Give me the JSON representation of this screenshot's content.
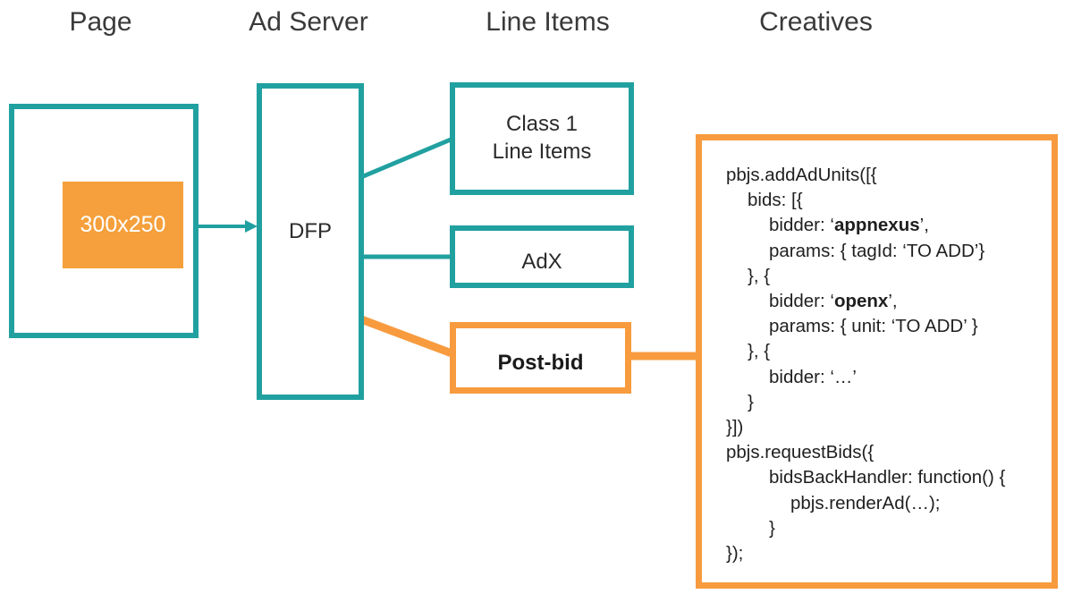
{
  "diagram": {
    "title": "Prebid post-bid ad serving flow",
    "colors": {
      "teal": "#21A0A0",
      "orange_border": "#F79B3E",
      "orange_fill": "#F5A03C",
      "text": "#2b2b2b",
      "background": "#ffffff"
    },
    "headers": [
      {
        "label": "Page"
      },
      {
        "label": "Ad Server"
      },
      {
        "label": "Line Items"
      },
      {
        "label": "Creatives"
      }
    ],
    "nodes": {
      "page_box": {
        "label": ""
      },
      "ad_slot": {
        "label": "300x250"
      },
      "dfp": {
        "label": "DFP"
      },
      "class1": {
        "label_line1": "Class 1",
        "label_line2": "Line Items"
      },
      "adx": {
        "label": "AdX"
      },
      "postbid": {
        "label": "Post-bid"
      }
    },
    "code": {
      "lines": [
        {
          "indent": 0,
          "segments": [
            {
              "text": "pbjs.addAdUnits([{",
              "bold": false
            }
          ]
        },
        {
          "indent": 1,
          "segments": [
            {
              "text": "bids: [{",
              "bold": false
            }
          ]
        },
        {
          "indent": 2,
          "segments": [
            {
              "text": "bidder: ‘",
              "bold": false
            },
            {
              "text": "appnexus",
              "bold": true
            },
            {
              "text": "’,",
              "bold": false
            }
          ]
        },
        {
          "indent": 2,
          "segments": [
            {
              "text": "params: { tagId: ‘TO ADD’}",
              "bold": false
            }
          ]
        },
        {
          "indent": 1,
          "segments": [
            {
              "text": "}, {",
              "bold": false
            }
          ]
        },
        {
          "indent": 2,
          "segments": [
            {
              "text": "bidder: ‘",
              "bold": false
            },
            {
              "text": "openx",
              "bold": true
            },
            {
              "text": "’,",
              "bold": false
            }
          ]
        },
        {
          "indent": 2,
          "segments": [
            {
              "text": "params: { unit: ‘TO ADD’ }",
              "bold": false
            }
          ]
        },
        {
          "indent": 1,
          "segments": [
            {
              "text": "}, {",
              "bold": false
            }
          ]
        },
        {
          "indent": 2,
          "segments": [
            {
              "text": "bidder: ‘…’",
              "bold": false
            }
          ]
        },
        {
          "indent": 1,
          "segments": [
            {
              "text": "}",
              "bold": false
            }
          ]
        },
        {
          "indent": 0,
          "segments": [
            {
              "text": "}])",
              "bold": false
            }
          ]
        },
        {
          "indent": 0,
          "segments": [
            {
              "text": "pbjs.requestBids({",
              "bold": false
            }
          ]
        },
        {
          "indent": 2,
          "segments": [
            {
              "text": "bidsBackHandler: function() {",
              "bold": false
            }
          ]
        },
        {
          "indent": 3,
          "segments": [
            {
              "text": "pbjs.renderAd(…);",
              "bold": false
            }
          ]
        },
        {
          "indent": 2,
          "segments": [
            {
              "text": "}",
              "bold": false
            }
          ]
        },
        {
          "indent": 0,
          "segments": [
            {
              "text": "});",
              "bold": false
            }
          ]
        }
      ]
    },
    "connections": [
      {
        "from": "ad_slot",
        "to": "dfp",
        "style": "arrow",
        "color": "teal"
      },
      {
        "from": "dfp",
        "to": "class1",
        "style": "line",
        "color": "teal"
      },
      {
        "from": "dfp",
        "to": "adx",
        "style": "line",
        "color": "teal"
      },
      {
        "from": "dfp",
        "to": "postbid",
        "style": "line",
        "color": "orange"
      },
      {
        "from": "postbid",
        "to": "creatives_code",
        "style": "line",
        "color": "orange"
      }
    ]
  }
}
